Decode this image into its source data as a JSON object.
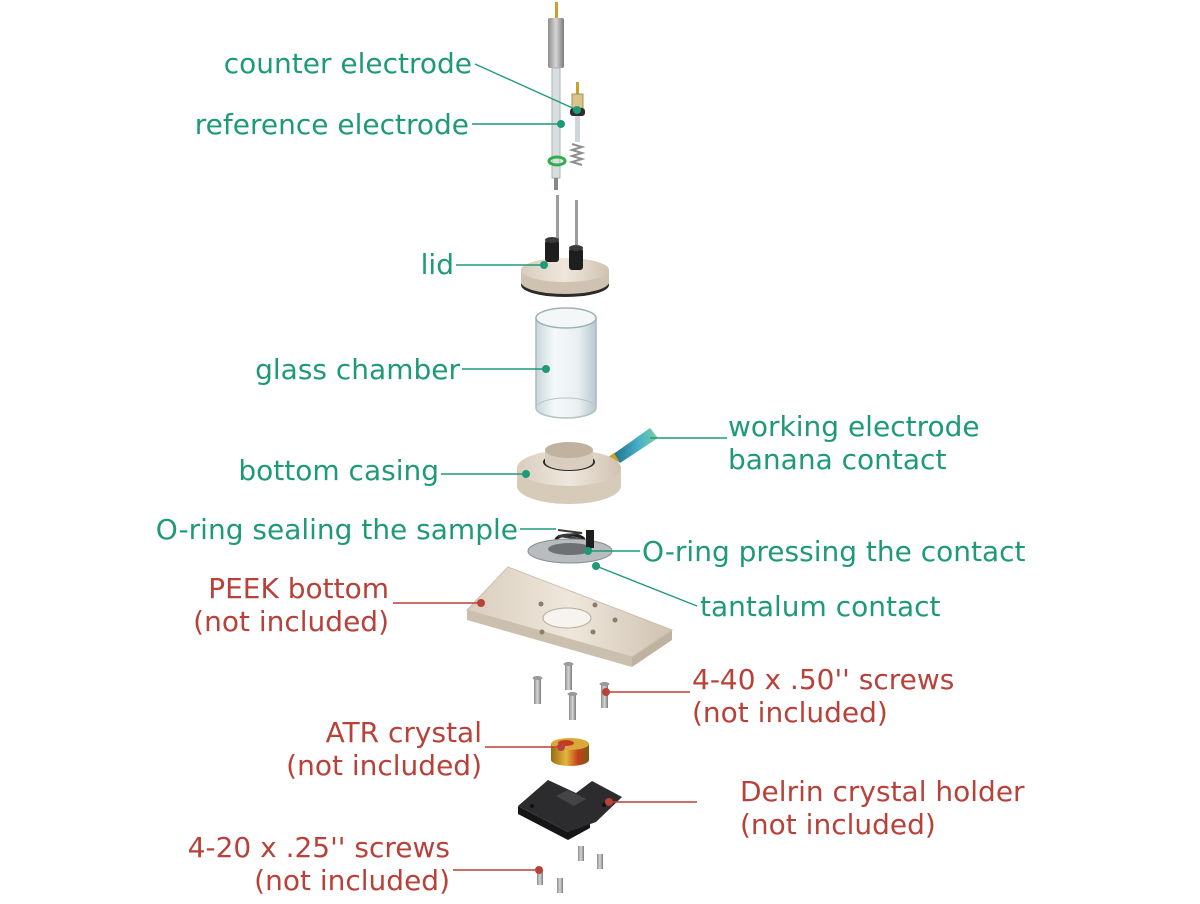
{
  "colors": {
    "callout_green": "#1f9a78",
    "callout_red": "#b8413a",
    "peek": "#e6dccf",
    "glass": "#e3ecef",
    "delrin": "#2c2c2e",
    "crystal": "#c9a23a"
  },
  "labels": {
    "counter_electrode": "counter electrode",
    "reference_electrode": "reference electrode",
    "lid": "lid",
    "glass_chamber": "glass chamber",
    "working_electrode_l1": "working electrode",
    "working_electrode_l2": "banana contact",
    "bottom_casing": "bottom casing",
    "oring_sample": "O-ring sealing the sample",
    "oring_contact": "O-ring pressing the contact",
    "peek_l1": "PEEK bottom",
    "peek_l2": "(not included)",
    "tantalum": "tantalum contact",
    "screws440_l1": "4-40 x .50'' screws",
    "screws440_l2": "(not included)",
    "atr_l1": "ATR crystal",
    "atr_l2": "(not included)",
    "delrin_l1": "Delrin crystal holder",
    "delrin_l2": "(not included)",
    "screws420_l1": "4-20 x .25'' screws",
    "screws420_l2": "(not included)"
  }
}
